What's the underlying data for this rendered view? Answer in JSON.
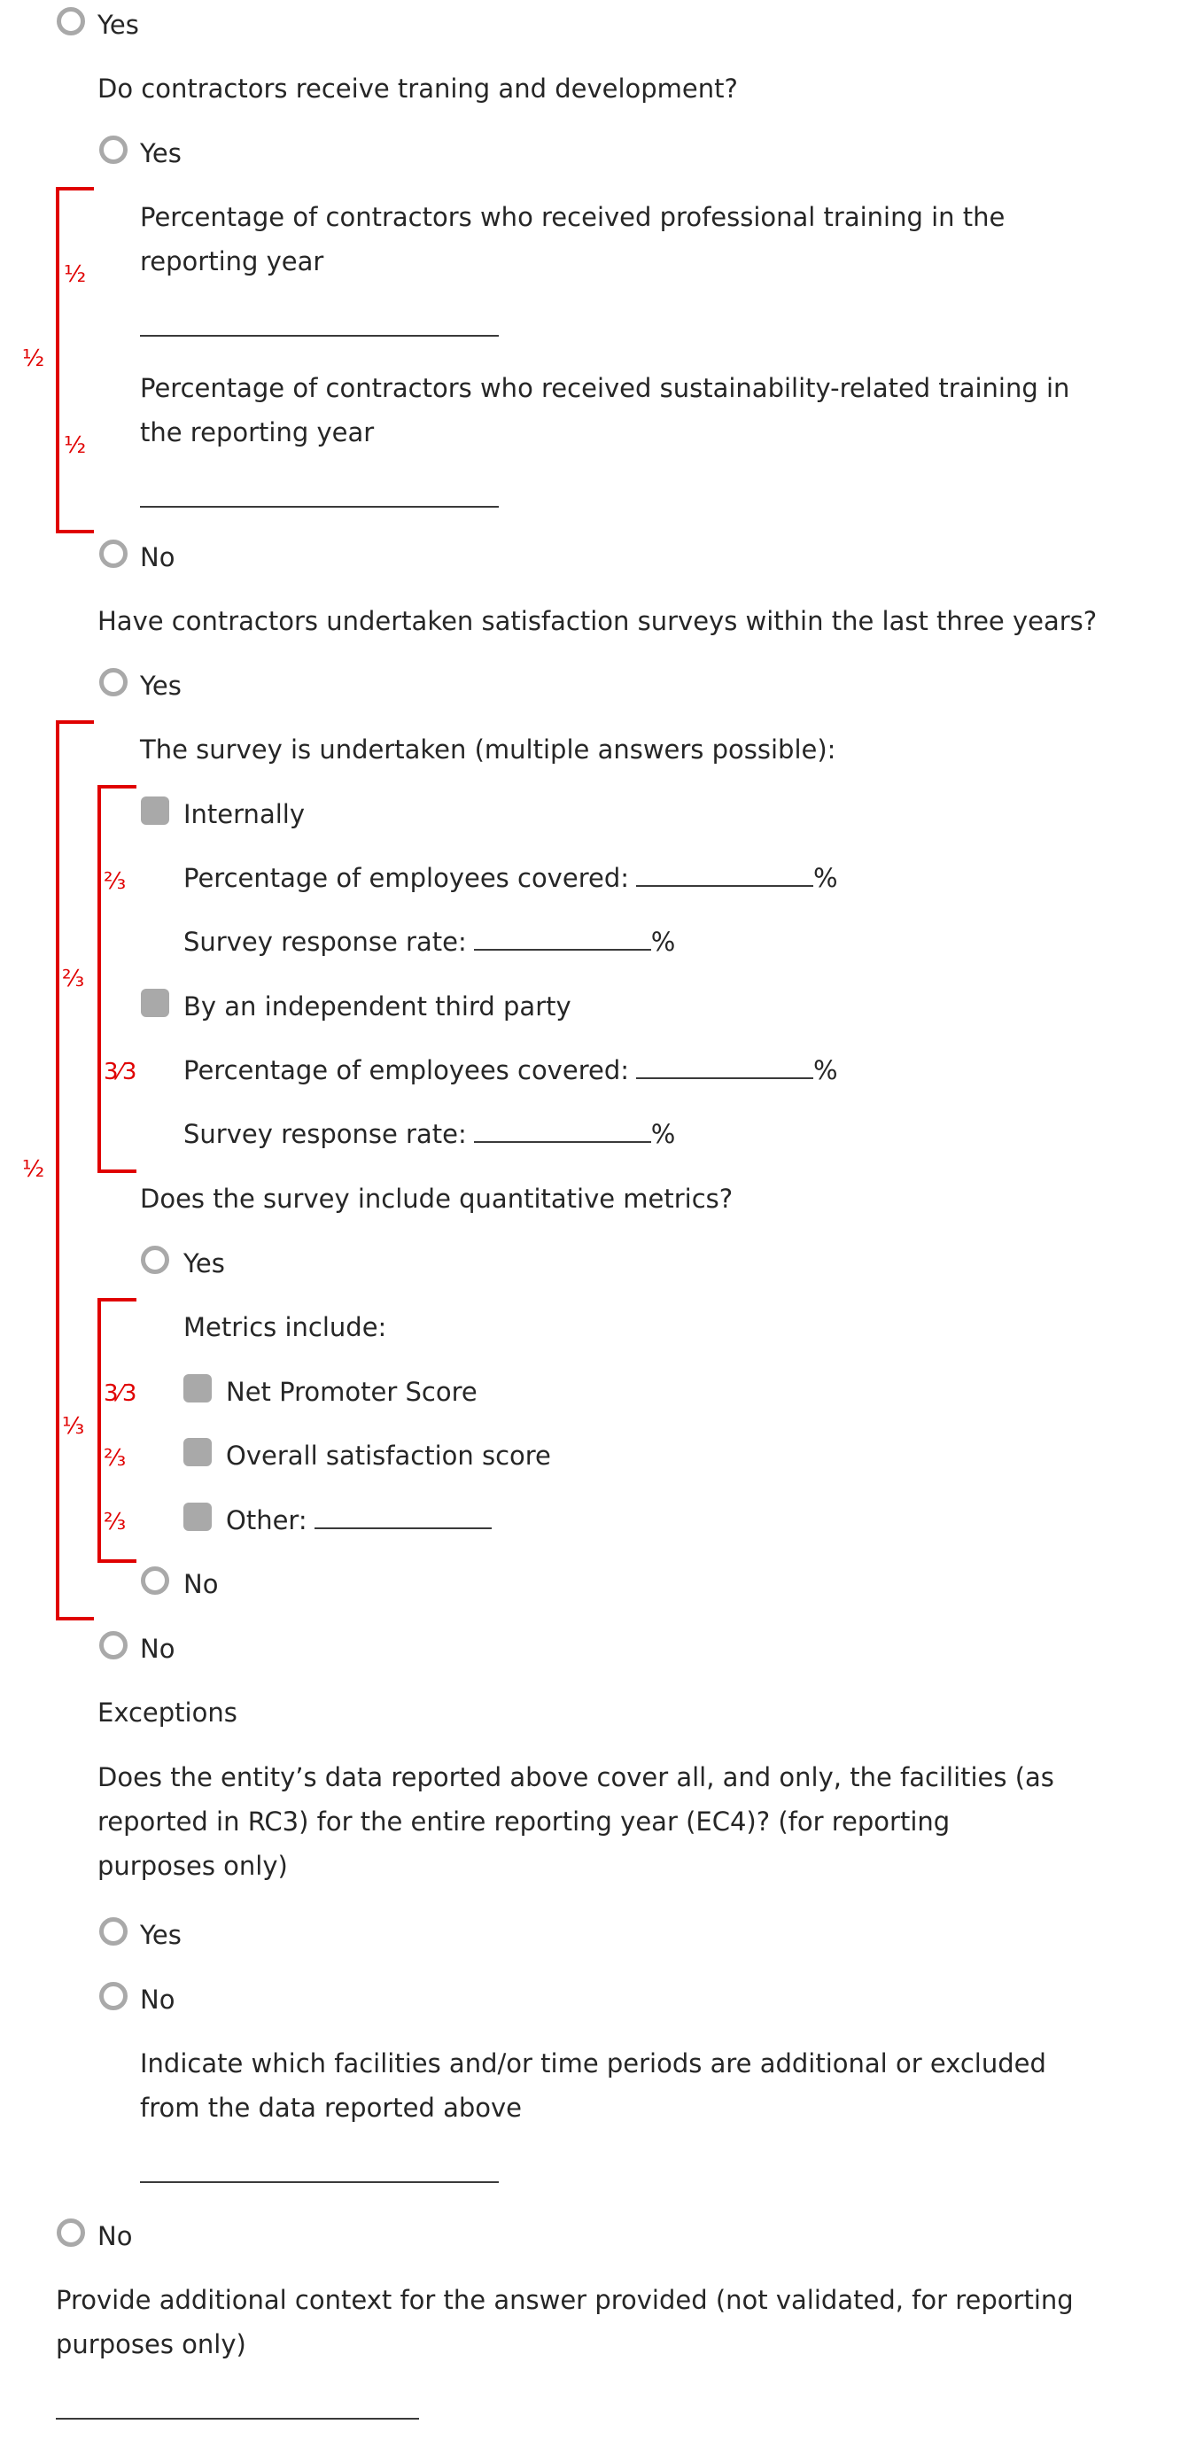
{
  "yes": "Yes",
  "no": "No",
  "q_training": "Do contractors receive traning and development?",
  "q_prof_training": "Percentage of contractors who received professional training in the reporting year",
  "q_sust_training": "Percentage of contractors who received sustainability-related training in the reporting year",
  "q_surveys": "Have contractors undertaken satisfaction surveys within the last three years?",
  "q_survey_undertaken": "The survey is undertaken (multiple answers possible):",
  "opt_internally": "Internally",
  "opt_third_party": "By an independent third party",
  "lbl_pct_covered": "Percentage of employees covered:",
  "lbl_response_rate": "Survey response rate:",
  "pct": "%",
  "q_quant_metrics": "Does the survey include quantitative metrics?",
  "lbl_metrics_include": "Metrics include:",
  "opt_nps": "Net Promoter Score",
  "opt_overall": "Overall satisfaction score",
  "opt_other": "Other:",
  "lbl_exceptions": "Exceptions",
  "q_coverage": "Does the entity’s data reported above cover all, and only, the facilities (as reported in RC3) for the entire reporting year (EC4)? (for reporting purposes only)",
  "q_indicate_facilities": "Indicate which facilities and/or time periods are additional or excluded from the data reported above",
  "q_context": "Provide additional context for the answer provided (not validated, for reporting purposes only)",
  "scores": {
    "half": "½",
    "one_third": "⅓",
    "two_thirds": "⅔",
    "three_thirds": "3⁄3"
  },
  "colors": {
    "bracket": "#e00000",
    "control": "#a9a9a9"
  }
}
